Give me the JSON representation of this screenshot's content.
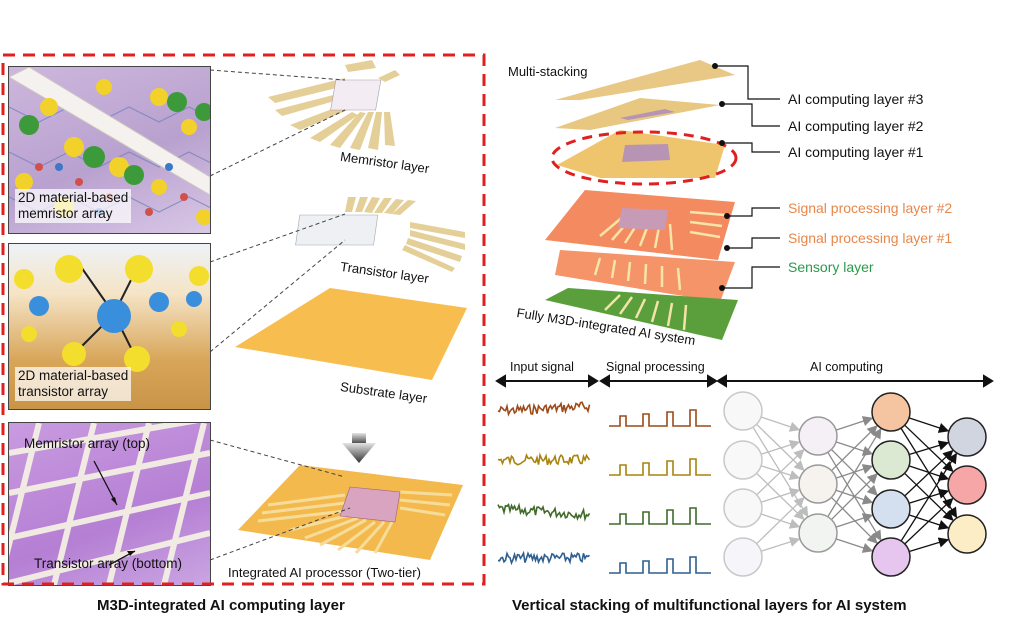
{
  "left_panel": {
    "title": "M3D-integrated AI computing layer",
    "insets": [
      {
        "caption_line1": "2D material-based",
        "caption_line2": "memristor array"
      },
      {
        "caption_line1": "2D material-based",
        "caption_line2": "transistor array"
      },
      {
        "label_top": "Memristor array (top)",
        "label_bottom": "Transistor array (bottom)"
      }
    ],
    "layers": {
      "memristor": "Memristor  layer",
      "transistor": "Transistor  layer",
      "substrate": "Substrate  layer",
      "integrated": "Integrated AI processor (Two-tier)"
    },
    "colors": {
      "frame": "#e0201e",
      "gold": "#e9c26a",
      "substrate": "#f7bd4f",
      "purple": "#c9a2dc"
    }
  },
  "right_panel": {
    "title": "Vertical stacking of multifunctional layers for AI system",
    "stack_label": "Multi-stacking",
    "system_label": "Fully M3D-integrated AI system",
    "layer_labels": [
      {
        "text": "AI computing layer #3",
        "color": "#111111"
      },
      {
        "text": "AI computing layer #2",
        "color": "#111111"
      },
      {
        "text": "AI computing layer #1",
        "color": "#111111"
      },
      {
        "text": "Signal processing layer #2",
        "color": "#e8874a"
      },
      {
        "text": "Signal processing layer #1",
        "color": "#e8874a"
      },
      {
        "text": "Sensory layer",
        "color": "#2a9a4a"
      }
    ],
    "sections": [
      "Input signal",
      "Signal processing",
      "AI computing"
    ],
    "signal_colors": [
      "#9c4a1a",
      "#a8840e",
      "#3f6a2a",
      "#2e5f8f"
    ],
    "network": {
      "layer_sizes": [
        4,
        3,
        4,
        3
      ],
      "hidden2_colors": [
        "#f5c4a0",
        "#dbe8d2",
        "#d4dff0",
        "#e6c5ef"
      ],
      "output_colors": [
        "#d0d5df",
        "#f7a6a8",
        "#fdedc7"
      ]
    }
  }
}
